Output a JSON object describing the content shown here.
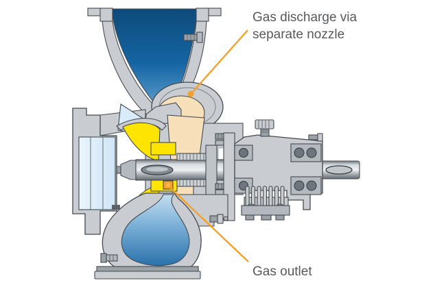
{
  "diagram": {
    "type": "pump-cross-section",
    "labels": {
      "gas_discharge_line1": "Gas discharge via",
      "gas_discharge_line2": "separate nozzle",
      "gas_outlet": "Gas outlet"
    },
    "colors": {
      "accent_orange": "#F5A028",
      "label_text": "#58595B",
      "liquid_blue_dark": "#0E4C7D",
      "liquid_blue_light": "#5FA0D0",
      "pale_blue": "#D9ECF9",
      "impeller_yellow": "#FFE400",
      "gas_beige": "#F7DFBA",
      "casing_gray": "#C9CDD1",
      "outline_gray": "#43494E"
    }
  }
}
